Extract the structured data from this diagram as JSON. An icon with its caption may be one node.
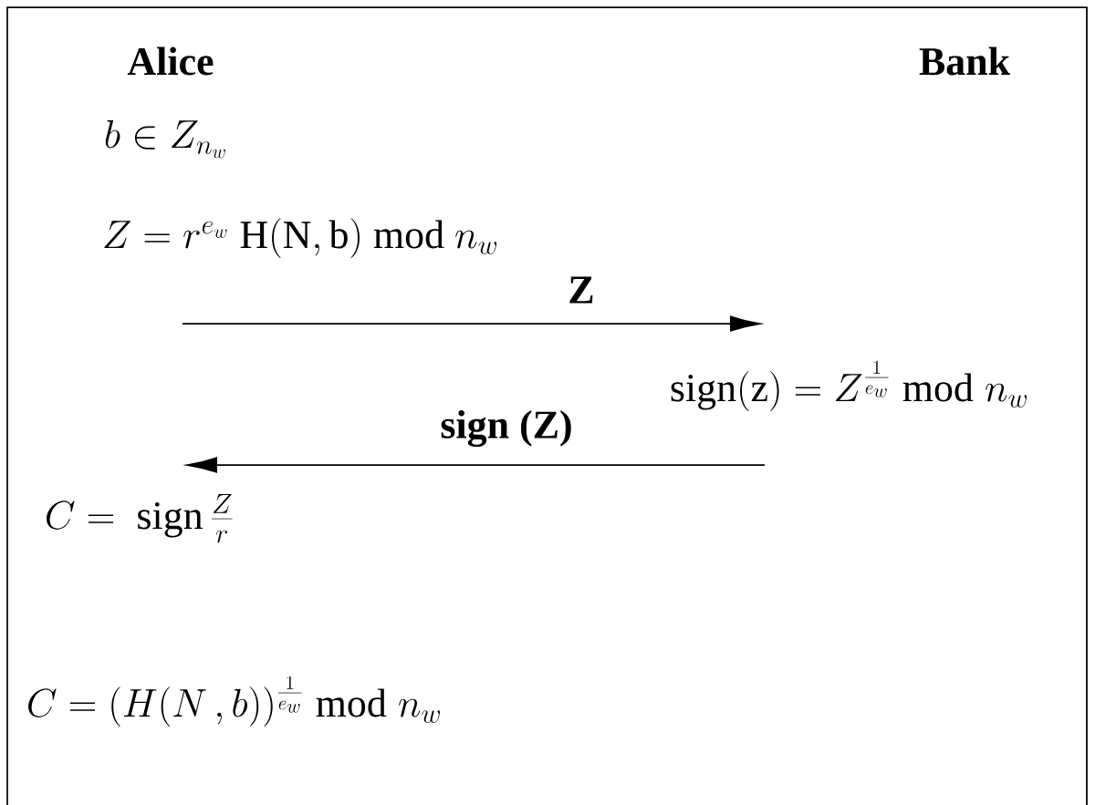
{
  "diagram": {
    "nodes": [
      {
        "text": [
          "Z = r^{e_w}\\ \\mathrm{H(N,b)\\ mod}\\ n_w"
        ]
      },
      {
        "text": [
          "\\mathrm{sign(z)} = Z^{\\frac{1}{e_w}} \\bmod n_w"
        ]
      },
      {
        "text": [
          "C = \\ \\mathrm{sign}\\,\\frac{Z}{r}"
        ]
      }
    ],
    "edges": [
      {
        "from": 0,
        "to": 1,
        "arrow": "to",
        "label": "Z"
      },
      {
        "from": 1,
        "to": 2,
        "arrow": "to",
        "label": "sign (Z)"
      }
    ],
    "labels": [
      "Alice",
      "Bank",
      "b \\in Z_{n_w}",
      "C = (H(N\\,,b))^{\\frac{1}{e_w}} \\bmod n_w"
    ]
  }
}
